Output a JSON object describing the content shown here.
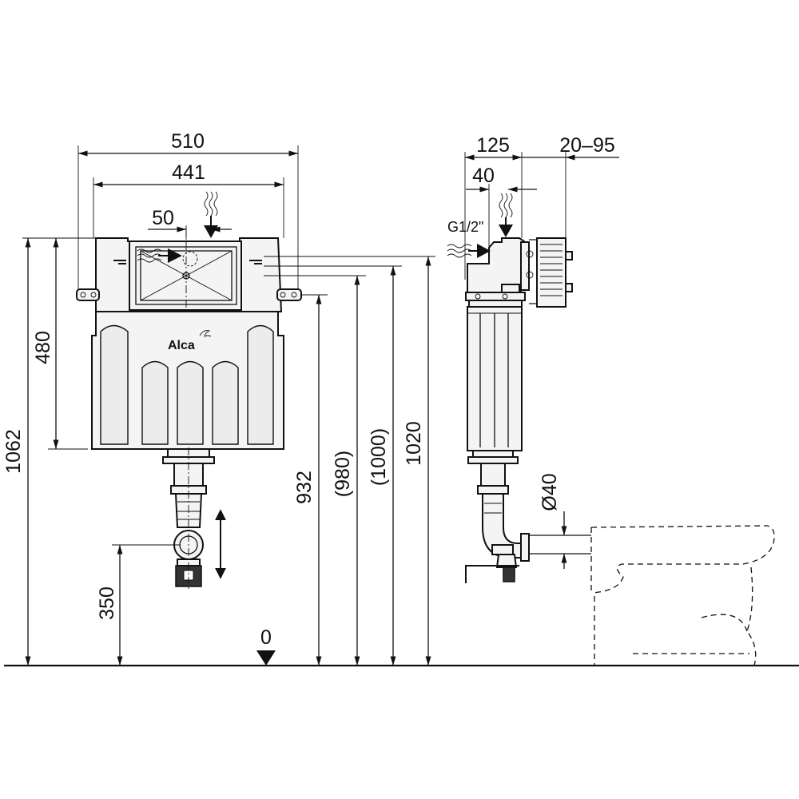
{
  "front_view": {
    "dimensions": {
      "overall_width": "510",
      "frame_width": "441",
      "inlet_offset": "50",
      "tank_height": "480",
      "total_height": "1062",
      "outlet_height": "350",
      "floor_level": "0",
      "bracket_height": "932",
      "height_980": "(980)",
      "height_1000": "(1000)",
      "height_1020": "1020"
    },
    "logo_text": "Alca"
  },
  "side_view": {
    "dimensions": {
      "depth": "125",
      "wall_adjust": "20–95",
      "inlet_offset": "40",
      "inlet_thread": "G1/2\"",
      "pipe_diameter": "Ø40"
    }
  },
  "icons": [
    "down-arrow-icon",
    "right-arrow-icon",
    "double-arrow-icon",
    "water-wave-icon"
  ],
  "colors": {
    "line": "#111111",
    "fill": "#f4f4f4",
    "background": "#ffffff"
  }
}
